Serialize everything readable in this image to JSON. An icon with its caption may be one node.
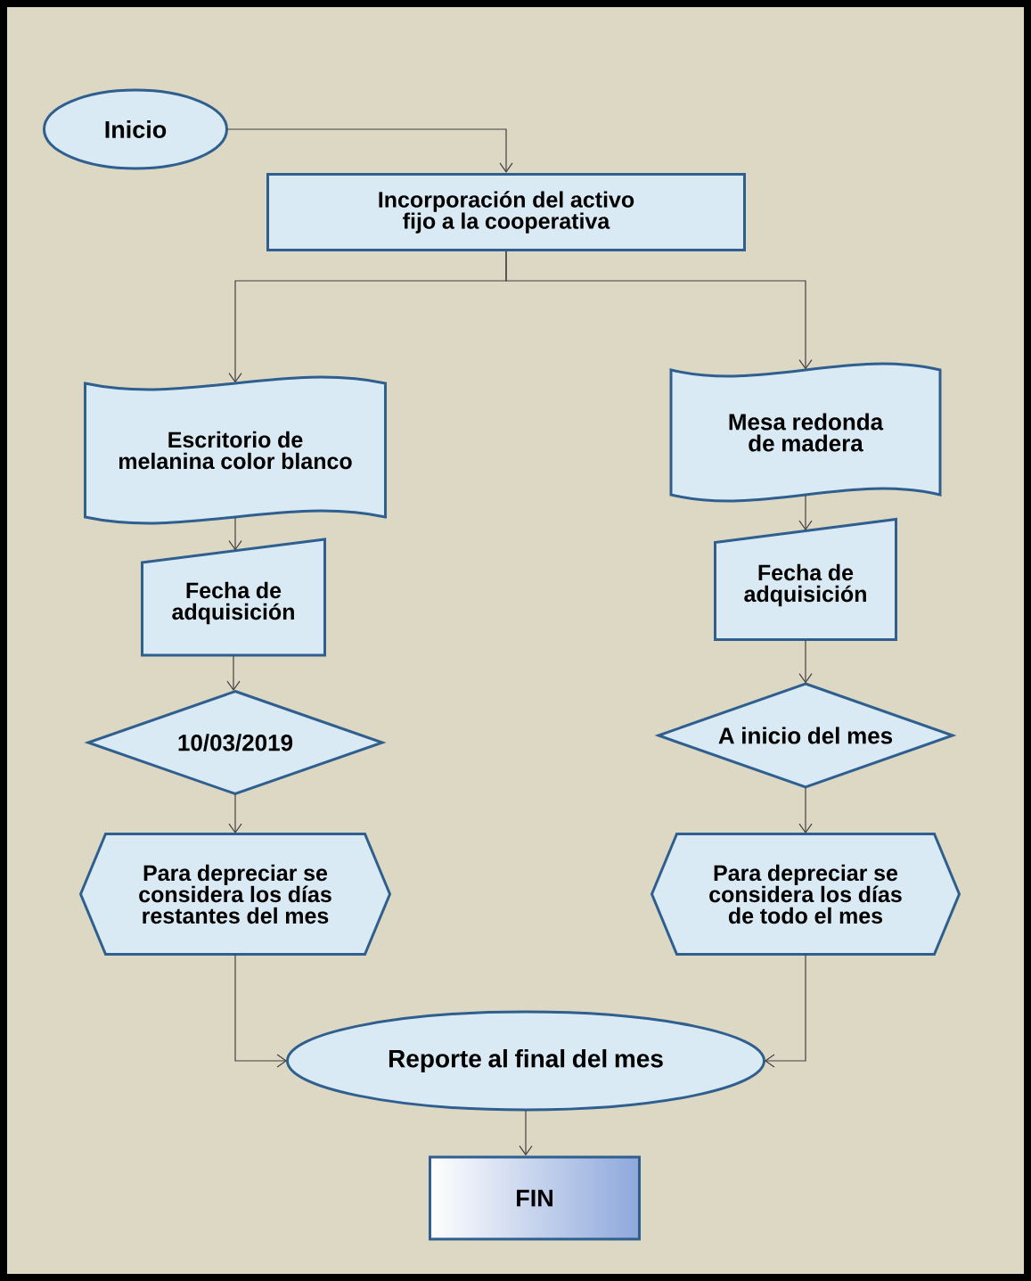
{
  "diagram": {
    "nodes": [
      {
        "text": [
          "Inicio"
        ]
      },
      {
        "text": [
          "Incorporación del activo fijo a la cooperativa"
        ]
      },
      {
        "text": [
          "Escritorio de melanina color blanco"
        ]
      },
      {
        "text": [
          "Mesa redonda de madera"
        ]
      },
      {
        "text": [
          "Fecha de adquisición"
        ]
      },
      {
        "text": [
          "Fecha de adquisición"
        ]
      },
      {
        "text": [
          "10/03/2019"
        ]
      },
      {
        "text": [
          "A inicio del mes"
        ]
      },
      {
        "text": [
          "Para depreciar se considera los días restantes del mes"
        ]
      },
      {
        "text": [
          "Para depreciar se considera los días de todo el mes"
        ]
      },
      {
        "text": [
          "Reporte al final del mes"
        ]
      },
      {
        "text": [
          "FIN"
        ]
      }
    ],
    "edges": [
      {
        "from": 0,
        "to": 1,
        "arrow": "to"
      },
      {
        "from": 1,
        "to": 2,
        "arrow": "to"
      },
      {
        "from": 1,
        "to": 3,
        "arrow": "to"
      },
      {
        "from": 2,
        "to": 4,
        "arrow": "to"
      },
      {
        "from": 3,
        "to": 5,
        "arrow": "to"
      },
      {
        "from": 4,
        "to": 6,
        "arrow": "to"
      },
      {
        "from": 5,
        "to": 7,
        "arrow": "to"
      },
      {
        "from": 6,
        "to": 8,
        "arrow": "to"
      },
      {
        "from": 7,
        "to": 9,
        "arrow": "to"
      },
      {
        "from": 8,
        "to": 10,
        "arrow": "to"
      },
      {
        "from": 9,
        "to": 10,
        "arrow": "to"
      },
      {
        "from": 10,
        "to": 11,
        "arrow": "to"
      }
    ]
  }
}
